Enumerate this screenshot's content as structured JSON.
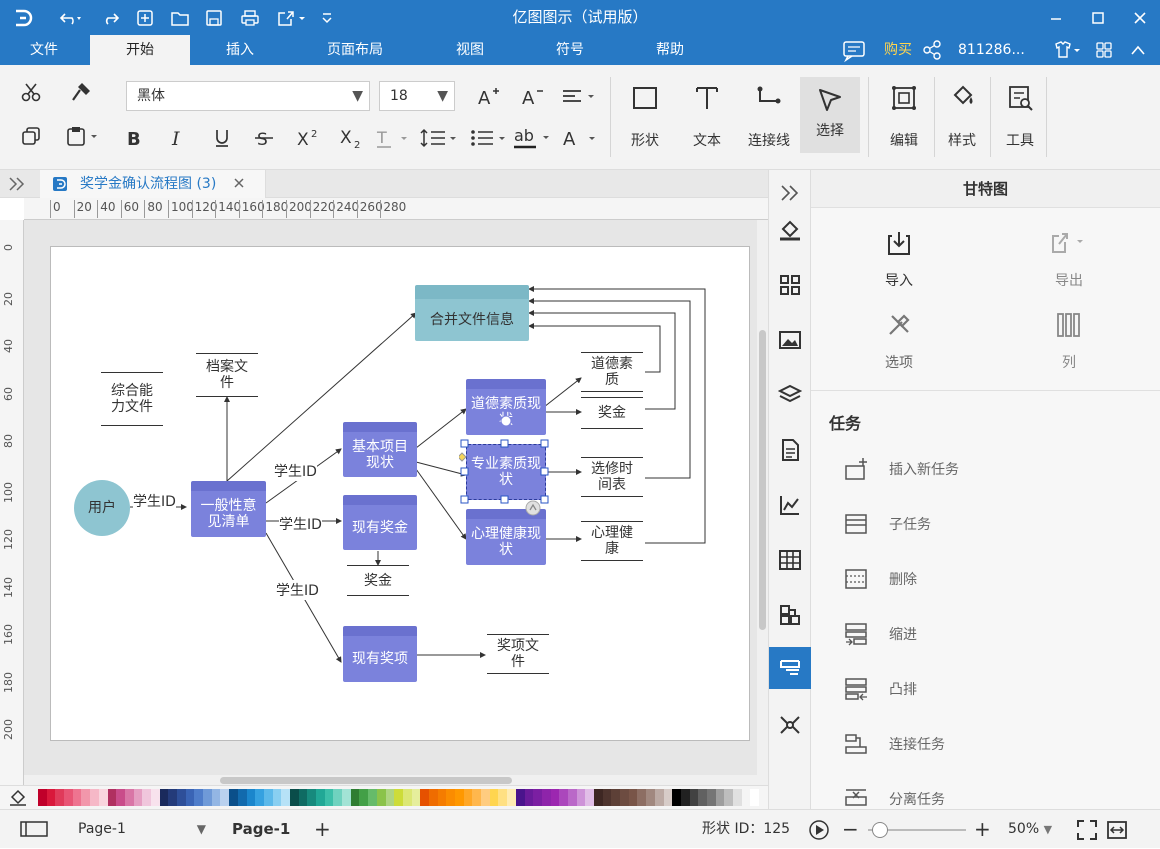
{
  "app": {
    "title": "亿图图示（试用版）",
    "user": "811286..."
  },
  "menu": {
    "file": "文件",
    "home": "开始",
    "insert": "插入",
    "layout": "页面布局",
    "view": "视图",
    "symbol": "符号",
    "help": "帮助",
    "buy": "购买"
  },
  "ribbon": {
    "font": "黑体",
    "size": "18",
    "shape": "形状",
    "text": "文本",
    "connector": "连接线",
    "select": "选择",
    "edit": "编辑",
    "style": "样式",
    "tools": "工具"
  },
  "doc": {
    "tab": "奖学金确认流程图 (3)"
  },
  "ruler": {
    "h": [
      "0",
      "20",
      "40",
      "60",
      "80",
      "100",
      "120",
      "140",
      "160",
      "180",
      "200",
      "220",
      "240",
      "260",
      "280"
    ],
    "v": [
      "0",
      "20",
      "40",
      "60",
      "80",
      "100",
      "120",
      "140",
      "160",
      "180",
      "200"
    ]
  },
  "diagram": {
    "user": "用户",
    "general": "一般性意见清单",
    "basic": "基本项目现状",
    "curaward": "现有奖金",
    "curitem": "现有奖项",
    "moral": "道德素质现状",
    "prof": "专业素质现状",
    "mental": "心理健康现状",
    "merge": "合并文件信息",
    "archive": "档案文件",
    "ability": "综合能力文件",
    "ds_moral": "道德素质",
    "ds_award": "奖金",
    "ds_course": "选修时间表",
    "ds_mental": "心理健康",
    "ds_award2": "奖金",
    "ds_itemfile": "奖项文件",
    "lbl1": "学生ID",
    "lbl2": "学生ID",
    "lbl3": "学生ID",
    "lbl4": "学生ID"
  },
  "panel": {
    "title": "甘特图",
    "import": "导入",
    "export": "导出",
    "options": "选项",
    "column": "列",
    "section": "任务",
    "tasks": [
      "插入新任务",
      "子任务",
      "删除",
      "缩进",
      "凸排",
      "连接任务",
      "分离任务"
    ]
  },
  "status": {
    "page_sel": "Page-1",
    "page_tab": "Page-1",
    "shape_id": "形状 ID：125",
    "zoom": "50%"
  },
  "palette": [
    "#c0002a",
    "#d9183b",
    "#e03a5a",
    "#e85575",
    "#ee7490",
    "#f297ab",
    "#f6b8c7",
    "#f9d5de",
    "#b03060",
    "#c94c8a",
    "#d975a6",
    "#e59ec2",
    "#f0c6dc",
    "#f8e2ed",
    "#1a2a5c",
    "#243b7a",
    "#2e4f99",
    "#3a64b5",
    "#4f7dca",
    "#6f9ad8",
    "#93b6e4",
    "#b9d1ef",
    "#0b4f8a",
    "#126aad",
    "#1b86cc",
    "#35a1e0",
    "#5cb9ea",
    "#89cff1",
    "#b6e2f7",
    "#0a4d4a",
    "#0f6b63",
    "#178a7d",
    "#21a896",
    "#3cbfa9",
    "#6fd2bf",
    "#a2e3d5",
    "#2f7d32",
    "#43a047",
    "#66bb6a",
    "#8bc34a",
    "#aed581",
    "#cddc39",
    "#dce775",
    "#e6ee9c",
    "#e65100",
    "#ef6c00",
    "#f57c00",
    "#fb8c00",
    "#ff9800",
    "#ffa726",
    "#ffb74d",
    "#ffcc80",
    "#ffd54f",
    "#ffe082",
    "#ffecb3",
    "#4a148c",
    "#6a1b9a",
    "#7b1fa2",
    "#8e24aa",
    "#9c27b0",
    "#ab47bc",
    "#ba68c8",
    "#ce93d8",
    "#e1bee7",
    "#3e2723",
    "#4e342e",
    "#5d4037",
    "#6d4c41",
    "#795548",
    "#8d6e63",
    "#a1887f",
    "#bcaaa4",
    "#d7ccc8",
    "#000000",
    "#212121",
    "#424242",
    "#616161",
    "#757575",
    "#9e9e9e",
    "#bdbdbd",
    "#e0e0e0",
    "#f5f5f5",
    "#ffffff"
  ]
}
